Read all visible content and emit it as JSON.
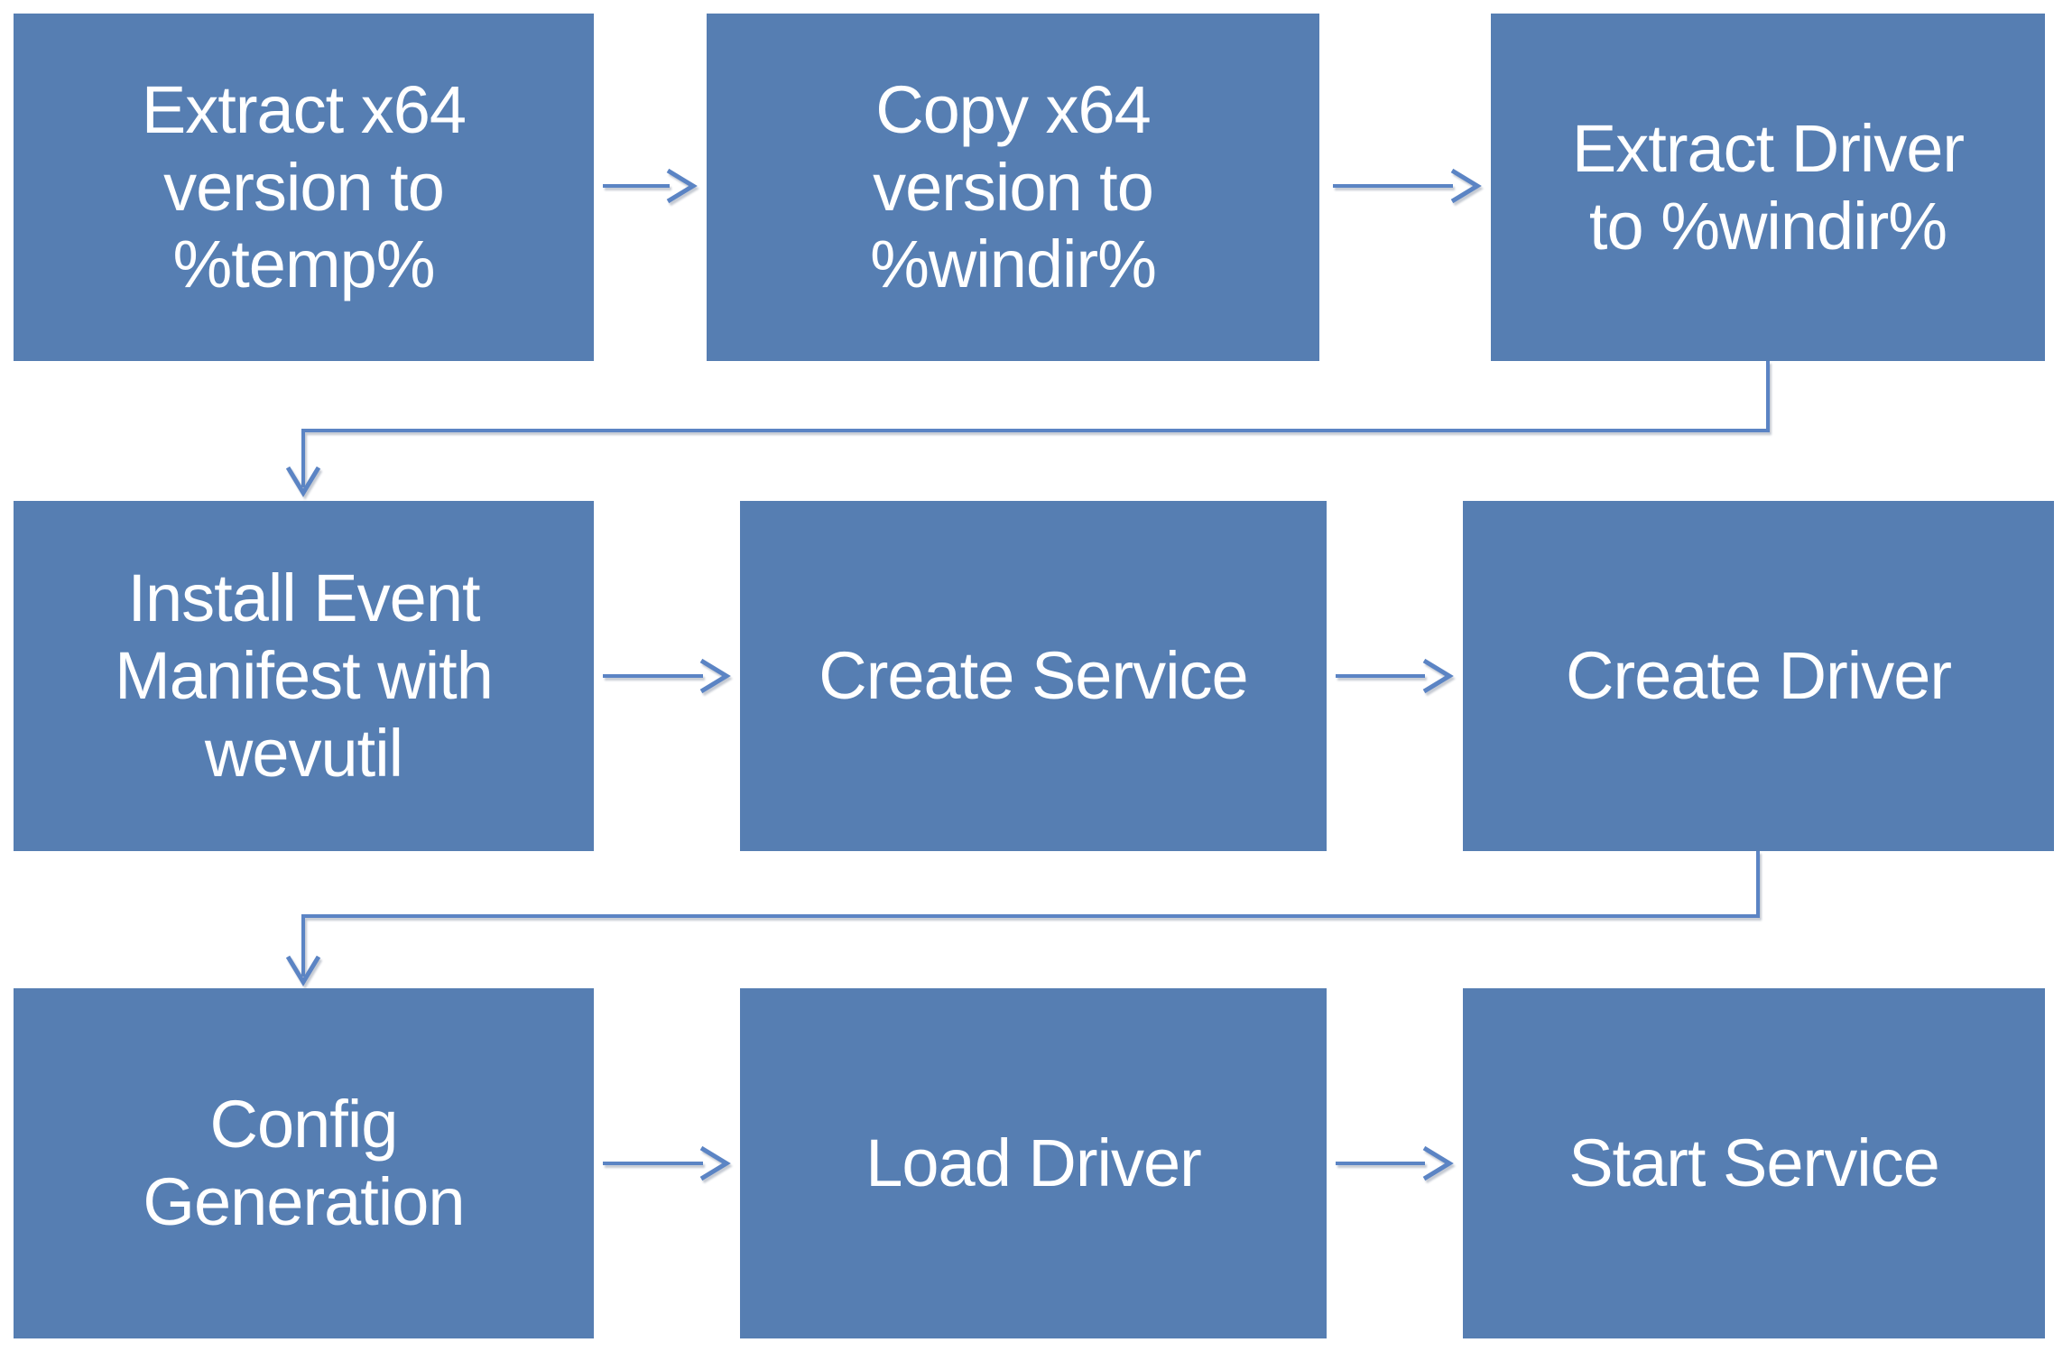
{
  "diagram": {
    "title": "",
    "background": "#ffffff",
    "colors": {
      "node_fill": "#567EB2",
      "node_text": "#ffffff",
      "connector": "#5B84C4"
    },
    "nodes": [
      {
        "id": "extract-x64-temp",
        "label": "Extract x64\nversion to\n%temp%"
      },
      {
        "id": "copy-x64-windir",
        "label": "Copy x64\nversion to\n%windir%"
      },
      {
        "id": "extract-driver-windir",
        "label": "Extract Driver\nto %windir%"
      },
      {
        "id": "install-event-manifest",
        "label": "Install Event\nManifest with\nwevutil"
      },
      {
        "id": "create-service",
        "label": "Create Service"
      },
      {
        "id": "create-driver",
        "label": "Create Driver"
      },
      {
        "id": "config-generation",
        "label": "Config\nGeneration"
      },
      {
        "id": "load-driver",
        "label": "Load Driver"
      },
      {
        "id": "start-service",
        "label": "Start Service"
      }
    ],
    "edges": [
      {
        "from": "extract-x64-temp",
        "to": "copy-x64-windir"
      },
      {
        "from": "copy-x64-windir",
        "to": "extract-driver-windir"
      },
      {
        "from": "extract-driver-windir",
        "to": "install-event-manifest"
      },
      {
        "from": "install-event-manifest",
        "to": "create-service"
      },
      {
        "from": "create-service",
        "to": "create-driver"
      },
      {
        "from": "create-driver",
        "to": "config-generation"
      },
      {
        "from": "config-generation",
        "to": "load-driver"
      },
      {
        "from": "load-driver",
        "to": "start-service"
      }
    ]
  }
}
